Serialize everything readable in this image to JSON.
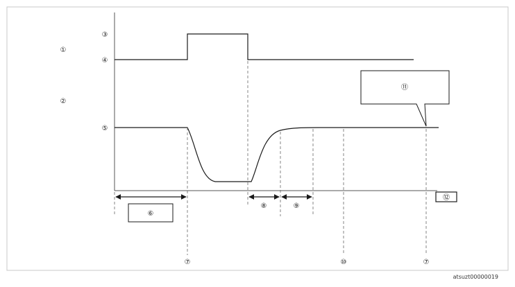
{
  "labels": {
    "l1": "①",
    "l2": "②",
    "l3": "③",
    "l4": "④",
    "l5": "⑤",
    "l6": "⑥",
    "l7a": "⑦",
    "l7b": "⑦",
    "l8": "⑧",
    "l9": "⑨",
    "l10": "⑩",
    "l11": "⑪",
    "l12": "⑫"
  },
  "caption": "atsuzt00000019",
  "colors": {
    "border": "#c8c8c8",
    "line": "#1a1a1a",
    "dash": "#666666",
    "axis": "#555555"
  }
}
